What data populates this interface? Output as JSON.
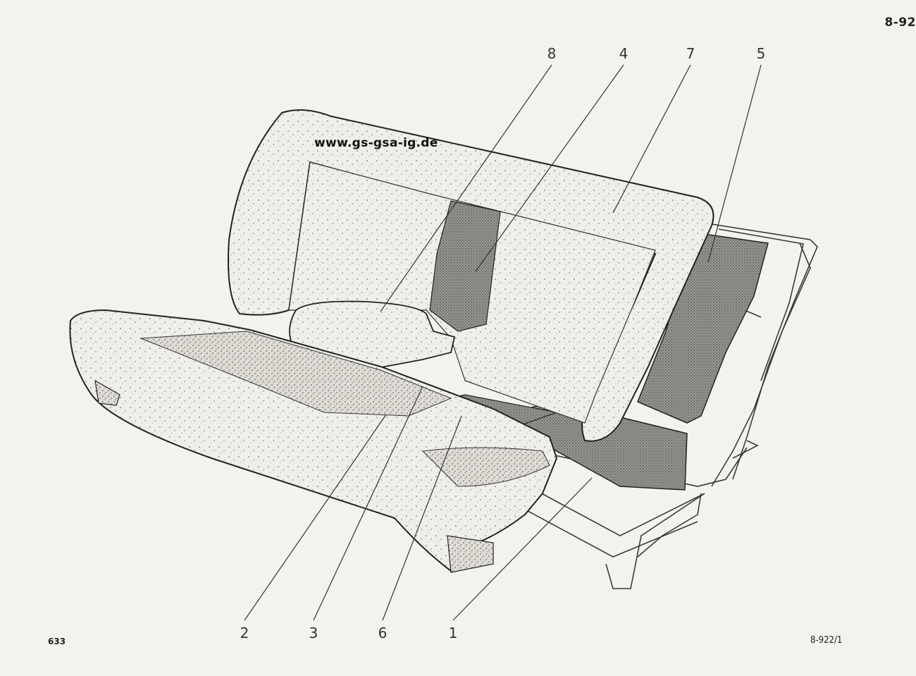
{
  "header": {
    "page_ref": "8-92"
  },
  "footer": {
    "page_number": "633",
    "figure_code": "8-922/1"
  },
  "watermark": "www.gs-gsa-ig.de",
  "callouts": [
    {
      "id": "8",
      "label": "8"
    },
    {
      "id": "4",
      "label": "4"
    },
    {
      "id": "7",
      "label": "7"
    },
    {
      "id": "5",
      "label": "5"
    },
    {
      "id": "2",
      "label": "2"
    },
    {
      "id": "3",
      "label": "3"
    },
    {
      "id": "6",
      "label": "6"
    },
    {
      "id": "1",
      "label": "1"
    }
  ],
  "colors": {
    "paper": "#f3f2ee",
    "ink": "#2a2a2a",
    "foam_fill": "#ecebe5",
    "felt_fill": "#8e8c86"
  }
}
